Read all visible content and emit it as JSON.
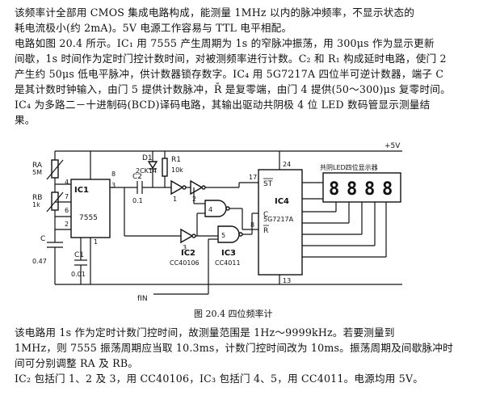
{
  "paragraphs": {
    "p1": "该频率计全部用 CMOS 集成电路构成，能测量 1MHz 以内的脉冲频率，不显示状态的\n耗电流极小(约 2mA)。5V 电源工作容易与 TTL 电平相配。",
    "p2": "电路如图 20.4 所示。IC₁ 用 7555 产生周期为 1s 的窄脉冲振荡，用 300μs 作为显示更新\n间歇，1s 时间作为定时门控计数时间，对被测频率进行计数。C₂ 和 R₁ 构成延时电路，使门 2\n产生约 50μs 低电平脉冲，供计数器锁存数字。IC₄ 用 5G7217A   四位半可逆计数器，端子 C\n是其计数时钟输入，由门 5 提供计数脉冲，R̄ 是复零端，由门 4 提供(50～300)μs 复零时间。\nIC₄ 为多路二－十进制码(BCD)译码电路，其输出驱动共阴极 4 位 LED 数码管显示测量结\n果。",
    "p3": "该电路用 1s 作为定时计数门控时间，故测量范围是 1Hz～9999kHz。若要测量到\n1MHz，则 7555 振荡周期应当取 10.3ms，计数门控时间改为 10ms。振荡周期及间歇脉冲时\n间可分别调整 RA 及 RB。",
    "p4": "IC₂ 包括门 1、2 及 3，用 CC40106，IC₃ 包括门 4、5，用 CC4011。电源均用 5V。"
  },
  "circuit": {
    "caption": "图 20.4   四位频率计",
    "supply": "+5V",
    "display_title": "共阴LED四位显示器",
    "display_digits": [
      "8",
      "8",
      "8",
      "8"
    ],
    "input_label": "fIN",
    "components": {
      "RA": "RA",
      "RA_val": "5M",
      "RB": "RB",
      "RB_val": "1k",
      "C": "C",
      "C_val": "0.47",
      "C1": "C1",
      "C1_val": "0.01",
      "D1": "D1",
      "D1_val": "2CK14",
      "C2": "C2",
      "C2_val": "0.1",
      "R1": "R1",
      "R1_val": "10k",
      "IC1": "IC1",
      "IC1_part": "7555",
      "IC2": "IC2",
      "IC2_part": "CC40106",
      "IC3": "IC3",
      "IC3_part": "CC4011",
      "IC4": "IC4",
      "IC4_part": "5G7217A"
    },
    "pins": {
      "ic1_left": [
        "4",
        "7",
        "6",
        "2"
      ],
      "ic1_right": [
        "8",
        "3"
      ],
      "ic1_bottom": "1",
      "ic4_top": "24",
      "ic4_bottom": "13",
      "ic4_left_st": "ST",
      "ic4_left_c": "C",
      "ic4_left_r": "R",
      "ic4_left_st_pin": "17",
      "ic4_left_r_pin": "8",
      "gate_nums": [
        "1",
        "2",
        "3",
        "4",
        "5"
      ]
    }
  }
}
